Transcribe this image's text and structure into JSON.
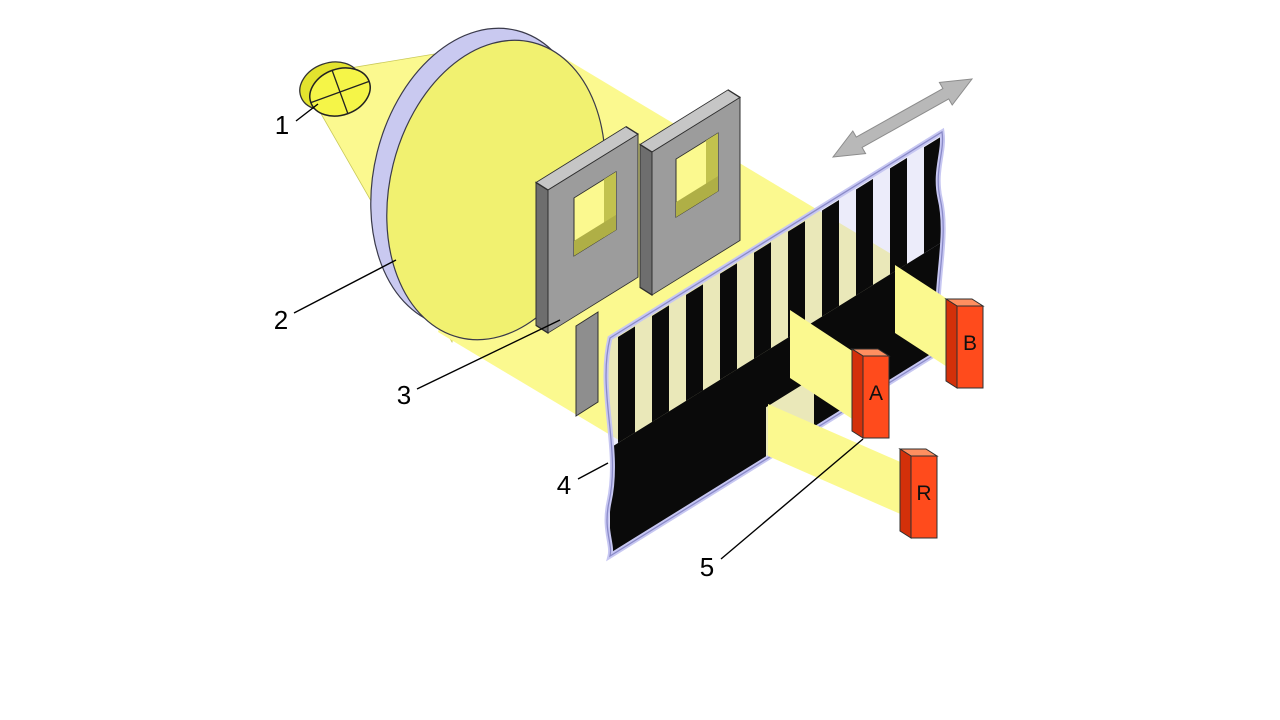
{
  "figure": {
    "background": "#FFFFFF",
    "callouts": {
      "light_source": "1",
      "lens": "2",
      "reticle": "3",
      "scale": "4",
      "detectors": "5"
    },
    "detector_labels": {
      "a": "A",
      "b": "B",
      "r": "R"
    },
    "colors": {
      "beam_yellow": "#FBF98F",
      "lamp_yellow": "#F5F548",
      "lens_lavender": "#C9C9F0",
      "lens_glass": "#F1F170",
      "sheet_lavender": "#D2D2F4",
      "mask_gray": "#9C9C9C",
      "mask_gray_top": "#C6C6C6",
      "mask_gray_side": "#6E6E6E",
      "grating_black": "#0A0A0A",
      "detector_orange": "#FF4B1C",
      "detector_orange_top": "#FF8F60",
      "detector_orange_side": "#D3300A",
      "arrow_gray": "#B8B8B8"
    }
  }
}
